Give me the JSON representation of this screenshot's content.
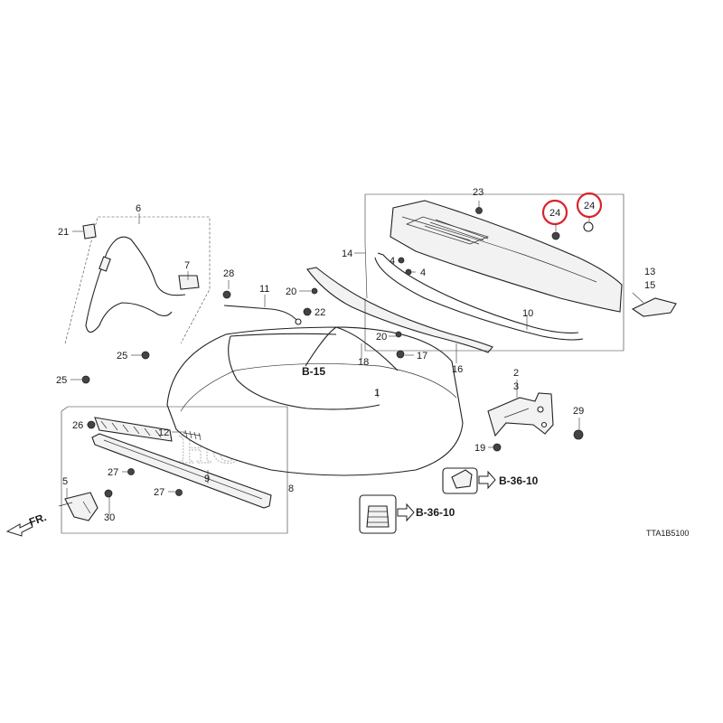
{
  "parts": {
    "p1": "1",
    "p2": "2",
    "p3": "3",
    "p4a": "4",
    "p4b": "4",
    "p5": "5",
    "p6": "6",
    "p7": "7",
    "p8": "8",
    "p9": "9",
    "p10": "10",
    "p11": "11",
    "p12": "12",
    "p13": "13",
    "p14": "14",
    "p15": "15",
    "p16": "16",
    "p17": "17",
    "p18": "18",
    "p19": "19",
    "p20a": "20",
    "p20b": "20",
    "p21": "21",
    "p22": "22",
    "p23": "23",
    "p24a": "24",
    "p24b": "24",
    "p25a": "25",
    "p25b": "25",
    "p26": "26",
    "p27a": "27",
    "p27b": "27",
    "p28": "28",
    "p29": "29",
    "p30": "30"
  },
  "refs": {
    "b15": "B-15",
    "b3610a": "B-36-10",
    "b3610b": "B-36-10"
  },
  "front_label": "FR.",
  "diagram_code": "TTA1B5100",
  "watermark": "HONDA",
  "highlight_color": "#d9232e"
}
